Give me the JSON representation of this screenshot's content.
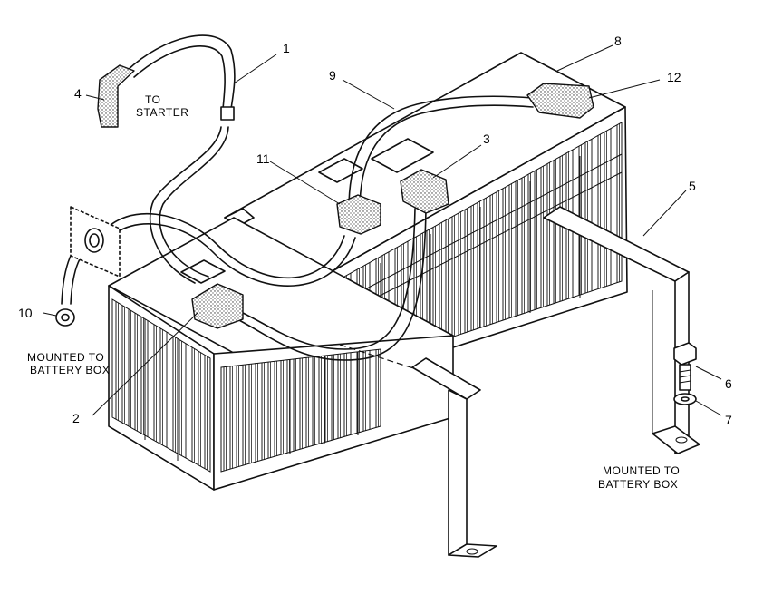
{
  "callouts": {
    "c1": "1",
    "c2": "2",
    "c3": "3",
    "c4": "4",
    "c5": "5",
    "c6": "6",
    "c7": "7",
    "c8": "8",
    "c9": "9",
    "c10": "10",
    "c11": "11",
    "c12": "12"
  },
  "notes": {
    "to_starter_line1": "TO",
    "to_starter_line2": "STARTER",
    "mounted_left_line1": "MOUNTED TO",
    "mounted_left_line2": "BATTERY BOX",
    "mounted_right_line1": "MOUNTED TO",
    "mounted_right_line2": "BATTERY BOX"
  }
}
